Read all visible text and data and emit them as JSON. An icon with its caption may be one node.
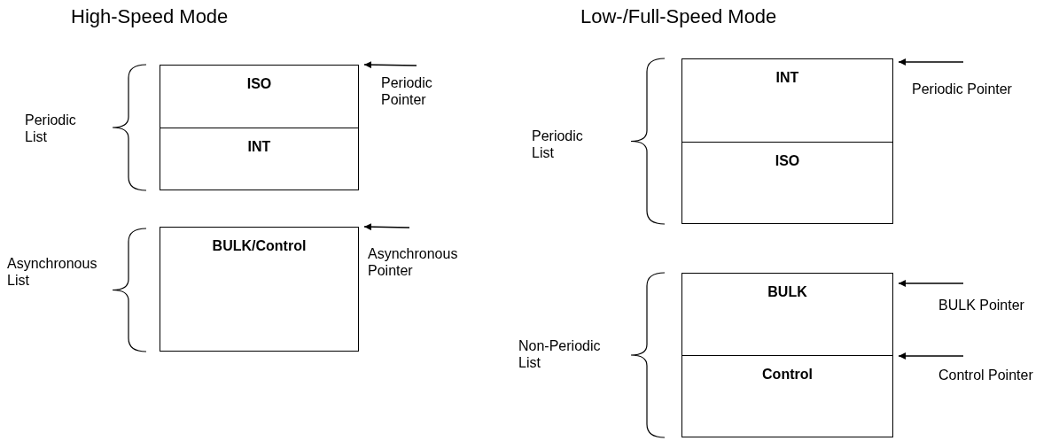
{
  "diagram": {
    "nodes": [
      {
        "text": [
          "ISO"
        ]
      },
      {
        "text": [
          "INT"
        ]
      },
      {
        "text": [
          "Periodic Pointer"
        ]
      },
      {
        "text": [
          "BULK/Control"
        ]
      },
      {
        "text": [
          "Asynchronous Pointer"
        ]
      },
      {
        "text": [
          "INT"
        ]
      },
      {
        "text": [
          "ISO"
        ]
      },
      {
        "text": [
          "Periodic Pointer"
        ]
      },
      {
        "text": [
          "BULK"
        ]
      },
      {
        "text": [
          "BULK Pointer"
        ]
      },
      {
        "text": [
          "Control"
        ]
      },
      {
        "text": [
          "Control Pointer"
        ]
      }
    ],
    "edges": [
      {
        "from": 2,
        "to": 0,
        "arrow": "to"
      },
      {
        "from": 4,
        "to": 3,
        "arrow": "to"
      },
      {
        "from": 7,
        "to": 5,
        "arrow": "to"
      },
      {
        "from": 9,
        "to": 8,
        "arrow": "to"
      },
      {
        "from": 11,
        "to": 10,
        "arrow": "to"
      }
    ],
    "labels": [
      "High-Speed Mode",
      "Low-/Full-Speed Mode",
      "Periodic List",
      "Periodic List",
      "Asynchronous List",
      "Non-Periodic List"
    ]
  }
}
